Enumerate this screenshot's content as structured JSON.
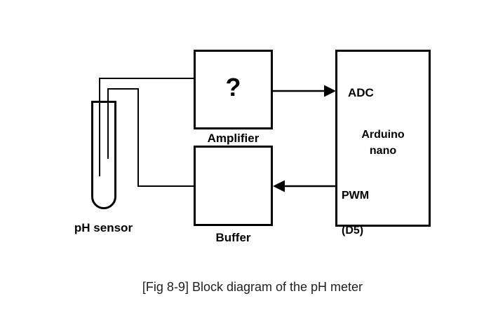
{
  "colors": {
    "line": "#000000",
    "text": "#000000",
    "caption": "#1f1f1f",
    "background": "#ffffff"
  },
  "diagram": {
    "ph_sensor": {
      "label": "pH sensor"
    },
    "amplifier": {
      "symbol": "?",
      "label": "Amplifier"
    },
    "buffer": {
      "label": "Buffer"
    },
    "arduino": {
      "adc_label": "ADC",
      "name_line1": "Arduino",
      "name_line2": "nano",
      "pwm_line1": "PWM",
      "pwm_line2": "(D5)"
    },
    "connections": [
      "pH sensor electrode to Amplifier input",
      "pH sensor electrode to Buffer input",
      "Amplifier output arrow to Arduino ADC",
      "Arduino PWM (D5) arrow to Buffer"
    ]
  },
  "caption": "[Fig 8-9] Block diagram of the pH meter"
}
